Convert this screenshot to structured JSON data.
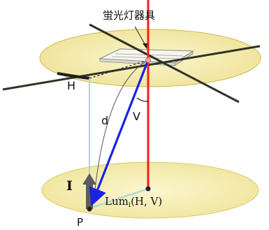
{
  "labels": {
    "fixture": "蛍光灯器具",
    "h": "H",
    "d": "d",
    "v": "V",
    "i": "I",
    "p": "P",
    "lum_main": "Lum",
    "lum_sub": "i",
    "lum_args": "(H, V)"
  },
  "colors": {
    "disc": "#f6eeb0",
    "disc_stroke": "#c9bb52",
    "vertical": "#ff1a1a",
    "vector": "#1a22e6",
    "cross": "#2f3324",
    "projection": "#9fd9de",
    "intensity_arrow": "#5c5c5c"
  }
}
